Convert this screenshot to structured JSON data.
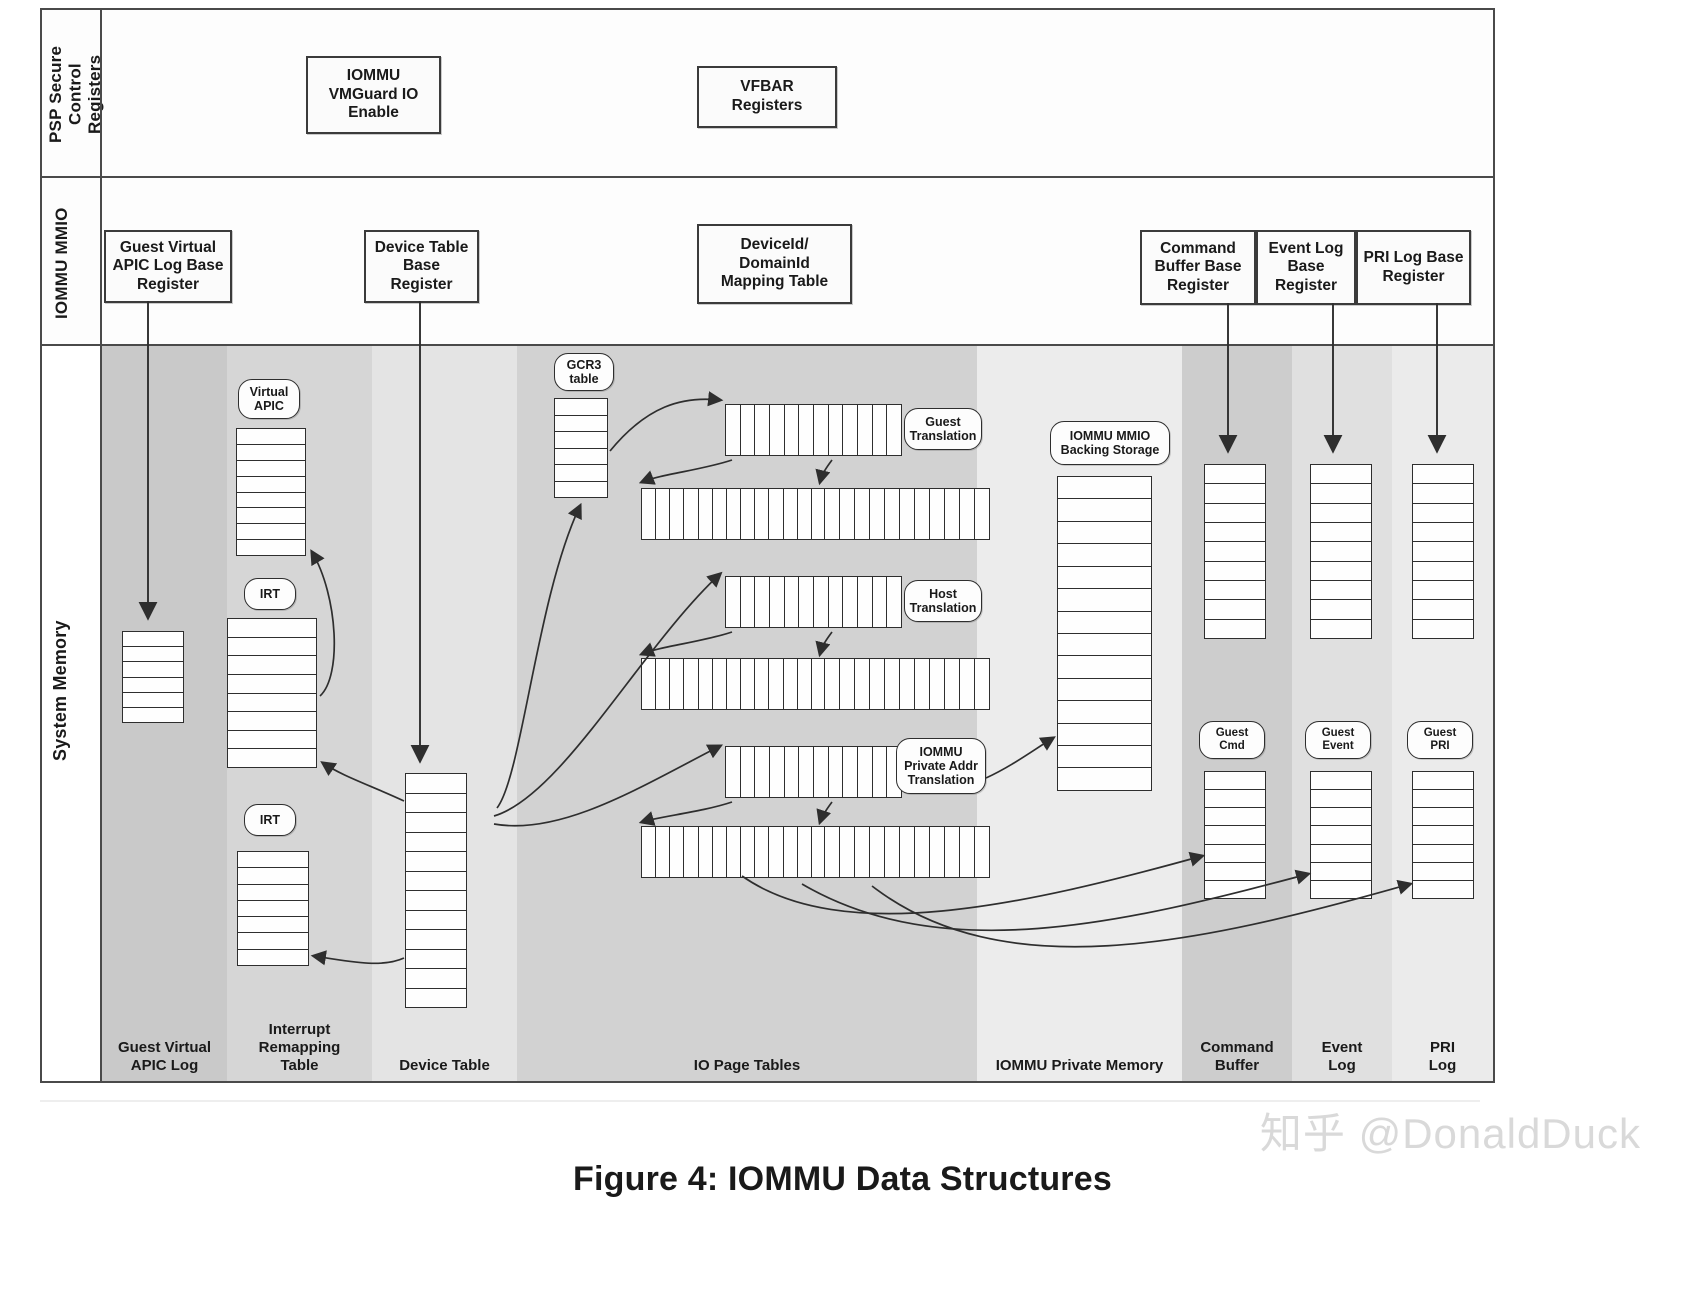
{
  "figure": {
    "caption": "Figure 4: IOMMU Data Structures",
    "watermark": "知乎 @DonaldDuck"
  },
  "bands": {
    "psp": {
      "label": "PSP Secure\nControl\nRegisters"
    },
    "mmio": {
      "label": "IOMMU MMIO"
    },
    "system_memory": {
      "label": "System Memory"
    }
  },
  "psp_registers": [
    {
      "name": "iommu-vmguard-io-enable",
      "label": "IOMMU\nVMGuard IO\nEnable"
    },
    {
      "name": "vfbar-registers",
      "label": "VFBAR\nRegisters"
    }
  ],
  "mmio_registers": [
    {
      "name": "guest-virtual-apic-log-base-register",
      "label": "Guest Virtual\nAPIC Log Base\nRegister"
    },
    {
      "name": "device-table-base-register",
      "label": "Device Table\nBase\nRegister"
    },
    {
      "name": "deviceid-domainid-mapping-table",
      "label": "DeviceId/\nDomainId\nMapping Table"
    },
    {
      "name": "command-buffer-base-register",
      "label": "Command\nBuffer Base\nRegister"
    },
    {
      "name": "event-log-base-register",
      "label": "Event Log\nBase\nRegister"
    },
    {
      "name": "pri-log-base-register",
      "label": "PRI Log Base\nRegister"
    }
  ],
  "memory_columns": [
    {
      "name": "guest-virtual-apic-log",
      "caption": "Guest Virtual\nAPIC Log",
      "shade": "#c9c9c9"
    },
    {
      "name": "interrupt-remapping-table",
      "caption": "Interrupt\nRemapping\nTable",
      "shade": "#d6d6d6"
    },
    {
      "name": "device-table",
      "caption": "Device Table",
      "shade": "#e4e4e4"
    },
    {
      "name": "io-page-tables",
      "caption": "IO Page Tables",
      "shade": "#d2d2d2"
    },
    {
      "name": "iommu-private-memory",
      "caption": "IOMMU Private Memory",
      "shade": "#ececec"
    },
    {
      "name": "command-buffer",
      "caption": "Command\nBuffer",
      "shade": "#cdcdcd"
    },
    {
      "name": "event-log",
      "caption": "Event\nLog",
      "shade": "#e0e0e0"
    },
    {
      "name": "pri-log",
      "caption": "PRI\nLog",
      "shade": "#ebebeb"
    }
  ],
  "callouts": [
    {
      "name": "virtual-apic-callout",
      "label": "Virtual\nAPIC"
    },
    {
      "name": "irt-callout-upper",
      "label": "IRT"
    },
    {
      "name": "irt-callout-lower",
      "label": "IRT"
    },
    {
      "name": "gcr3-table-callout",
      "label": "GCR3\ntable"
    },
    {
      "name": "guest-translation-callout",
      "label": "Guest\nTranslation"
    },
    {
      "name": "host-translation-callout",
      "label": "Host\nTranslation"
    },
    {
      "name": "iommu-private-addr-translation-callout",
      "label": "IOMMU\nPrivate Addr\nTranslation"
    },
    {
      "name": "iommu-mmio-backing-storage-callout",
      "label": "IOMMU MMIO\nBacking Storage"
    },
    {
      "name": "guest-cmd-callout",
      "label": "Guest\nCmd"
    },
    {
      "name": "guest-event-callout",
      "label": "Guest\nEvent"
    },
    {
      "name": "guest-pri-callout",
      "label": "Guest\nPRI"
    }
  ],
  "colors": {
    "frame": "#4a4a4a",
    "box_border": "#3b3b3b",
    "stroke": "#2e2e2e",
    "watermark": "#d9d9d9"
  }
}
